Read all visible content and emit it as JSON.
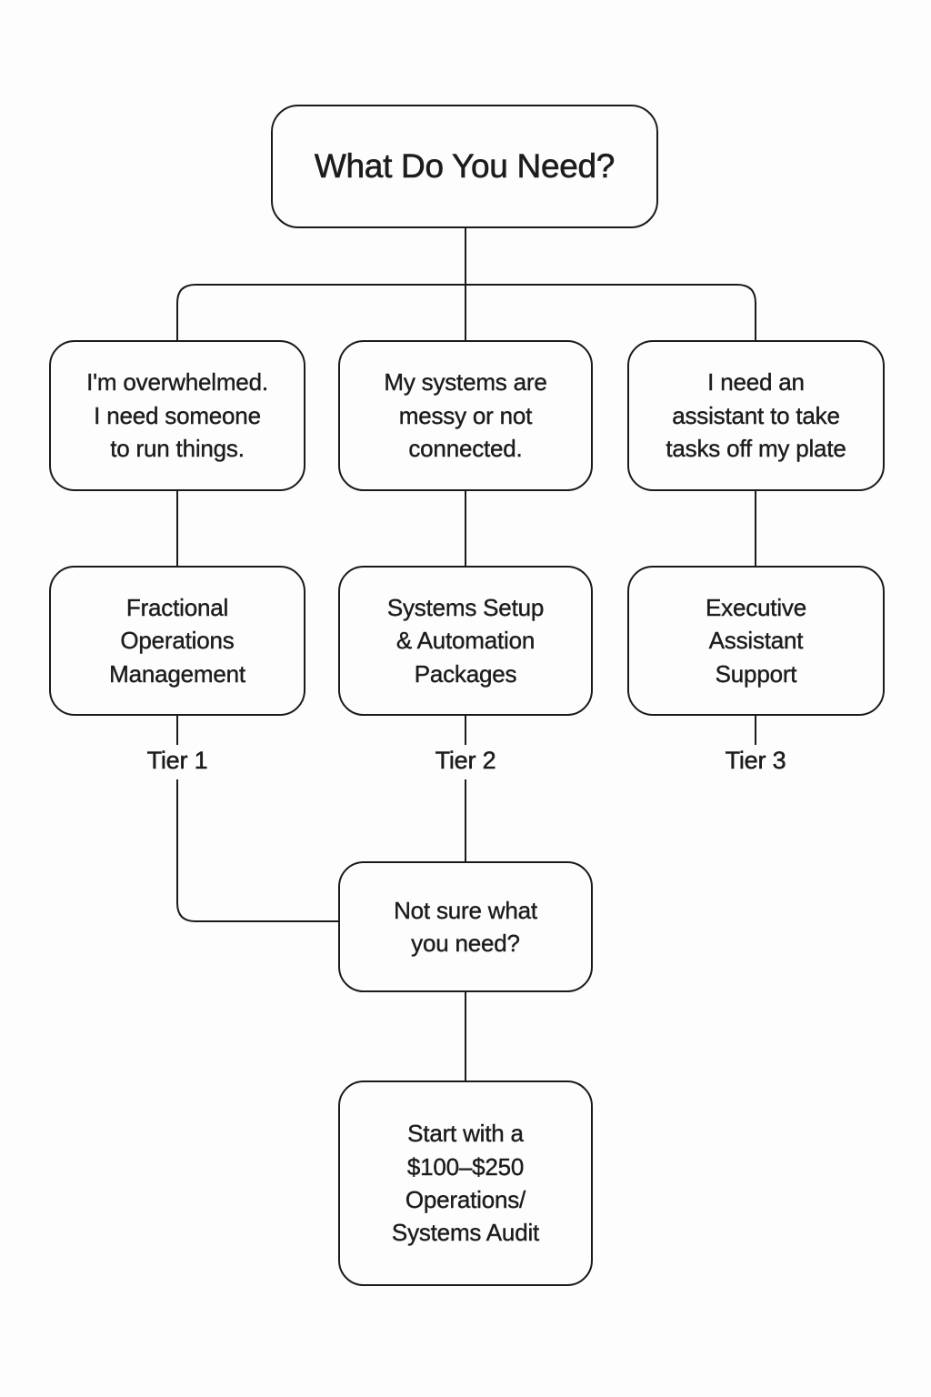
{
  "diagram": {
    "type": "flowchart",
    "colors": {
      "background": "#fdfdfd",
      "stroke": "#1a1a1a",
      "text": "#1c1c1e"
    },
    "nodes": {
      "root": {
        "label": "What Do You Need?"
      },
      "need_overwhelmed": {
        "label": "I'm overwhelmed.\nI need someone\nto run things."
      },
      "need_messy_systems": {
        "label": "My systems are\nmessy or not\nconnected."
      },
      "need_assistant": {
        "label": "I need an\nassistant to take\ntasks off my plate"
      },
      "service_fractional_ops": {
        "label": "Fractional\nOperations\nManagement"
      },
      "service_systems_setup": {
        "label": "Systems Setup\n& Automation\nPackages"
      },
      "service_exec_assistant": {
        "label": "Executive\nAssistant\nSupport"
      },
      "not_sure": {
        "label": "Not sure what\nyou need?"
      },
      "audit_offer": {
        "label": "Start with a\n$100–$250\nOperations/\nSystems Audit"
      }
    },
    "tiers": [
      {
        "label": "Tier 1"
      },
      {
        "label": "Tier 2"
      },
      {
        "label": "Tier 3"
      }
    ]
  }
}
